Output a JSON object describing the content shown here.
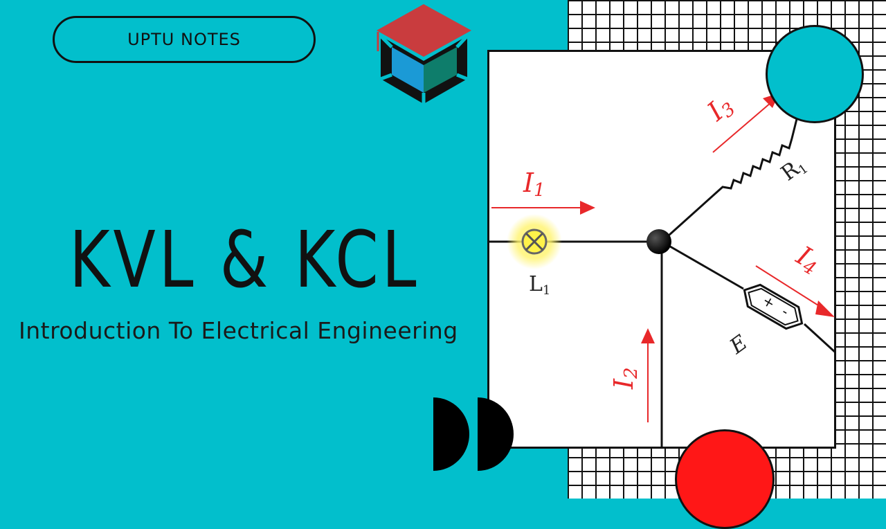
{
  "badge": {
    "label": "UPTU NOTES"
  },
  "title": {
    "main": "KVL & KCL",
    "subtitle": "Introduction To Electrical Engineering"
  },
  "colors": {
    "background": "#02bfcc",
    "accent_red": "#ff1717",
    "arrow_red": "#e8282a",
    "logo_red": "#c93c3e",
    "logo_blue": "#1b9ad6",
    "logo_green": "#0e7d6b"
  },
  "icons": {
    "logo": "graduation-cap-cube-logo",
    "lamp": "lamp-x-icon",
    "battery": "battery-hexagon-icon"
  },
  "circuit": {
    "currents": [
      {
        "symbol": "I",
        "sub": "1"
      },
      {
        "symbol": "I",
        "sub": "2"
      },
      {
        "symbol": "I",
        "sub": "3"
      },
      {
        "symbol": "I",
        "sub": "4"
      }
    ],
    "components": {
      "lamp": {
        "symbol": "L",
        "sub": "1"
      },
      "resistor": {
        "symbol": "R",
        "sub": "1"
      },
      "source": {
        "symbol": "E",
        "plus": "+",
        "minus": "-"
      }
    }
  }
}
